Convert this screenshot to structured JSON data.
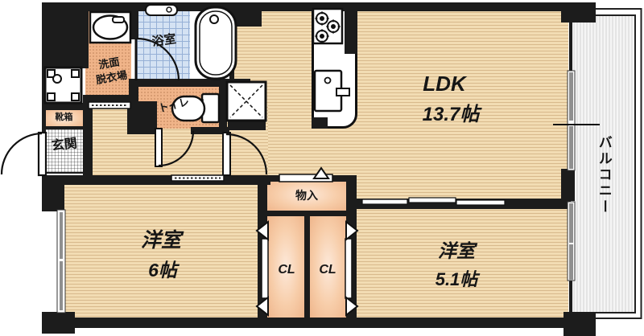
{
  "document_type": "apartment-floor-plan",
  "rooms": {
    "ldk": {
      "label": "LDK",
      "size": "13.7帖"
    },
    "western_room_6": {
      "label": "洋室",
      "size": "6帖"
    },
    "western_room_5_1": {
      "label": "洋室",
      "size": "5.1帖"
    },
    "balcony": {
      "label": "バルコニー"
    },
    "bath": {
      "label": "浴室"
    },
    "washroom": {
      "label_line1": "洗面",
      "label_line2": "脱衣場"
    },
    "toilet": {
      "label": "トイレ"
    },
    "entrance": {
      "label": "玄関"
    },
    "shoe_cabinet": {
      "label": "靴箱"
    },
    "storage": {
      "label": "物入"
    },
    "closet_left": {
      "label": "CL"
    },
    "closet_right": {
      "label": "CL"
    }
  },
  "fixtures": [
    "bathtub",
    "bathroom-counter",
    "washbasin",
    "washing-machine-pan",
    "toilet-bowl",
    "gas-stove-3-burner",
    "kitchen-sink",
    "refrigerator-space",
    "entrance-door",
    "bath-door",
    "toilet-door",
    "ldk-door",
    "sliding-doors",
    "closet-folding-doors",
    "windows"
  ],
  "colors": {
    "wall": "#1c1c1c",
    "flooring": "#f2dcb3",
    "flooring_stripe": "#d8b98c",
    "service_room": "#f0b489",
    "closet_fill": "#f7cda9",
    "bath_tile": "#d4e2f3",
    "bath_grid": "#96b0d6",
    "balcony_floor": "#f2f2f2",
    "window_glass": "#8f8f8f"
  }
}
